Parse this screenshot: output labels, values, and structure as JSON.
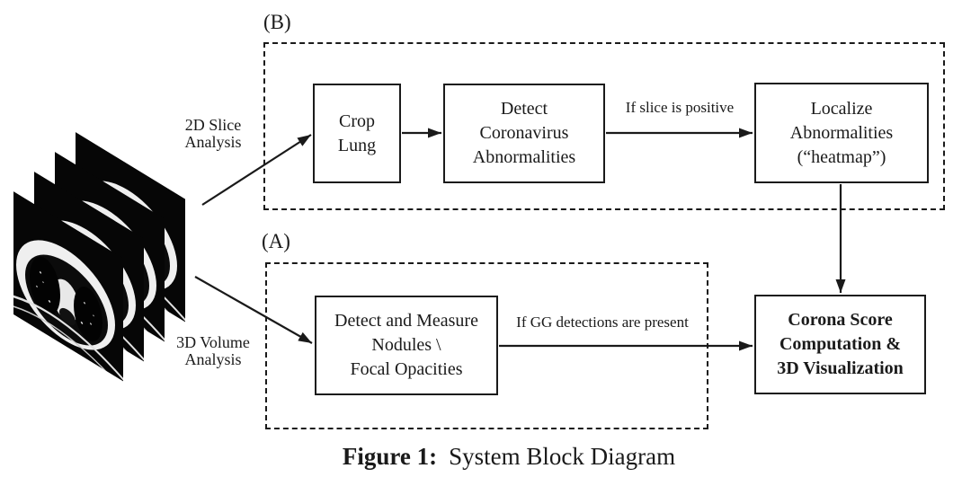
{
  "figure": {
    "caption_prefix": "Figure 1:",
    "caption_text": "System Block Diagram"
  },
  "regions": {
    "b": {
      "label": "(B)"
    },
    "a": {
      "label": "(A)"
    }
  },
  "inputs": {
    "graphic": "axial-lung-ct-slice-stack",
    "path_2d": {
      "lines": [
        "2D Slice",
        "Analysis"
      ]
    },
    "path_3d": {
      "lines": [
        "3D Volume",
        "Analysis"
      ]
    }
  },
  "nodes": {
    "crop_lung": {
      "lines": [
        "Crop",
        "Lung"
      ]
    },
    "detect_cov": {
      "lines": [
        "Detect",
        "Coronavirus",
        "Abnormalities"
      ]
    },
    "localize": {
      "lines": [
        "Localize",
        "Abnormalities",
        "(“heatmap”)"
      ]
    },
    "detect_measure": {
      "lines": [
        "Detect and Measure",
        "Nodules \\",
        "Focal Opacities"
      ]
    },
    "corona_score": {
      "lines": [
        "Corona Score",
        "Computation &",
        "3D Visualization"
      ]
    }
  },
  "edges": {
    "slice_positive": "If slice is positive",
    "gg_present": "If GG detections are present"
  },
  "colors": {
    "ink": "#1a1a1a",
    "background": "#ffffff"
  }
}
